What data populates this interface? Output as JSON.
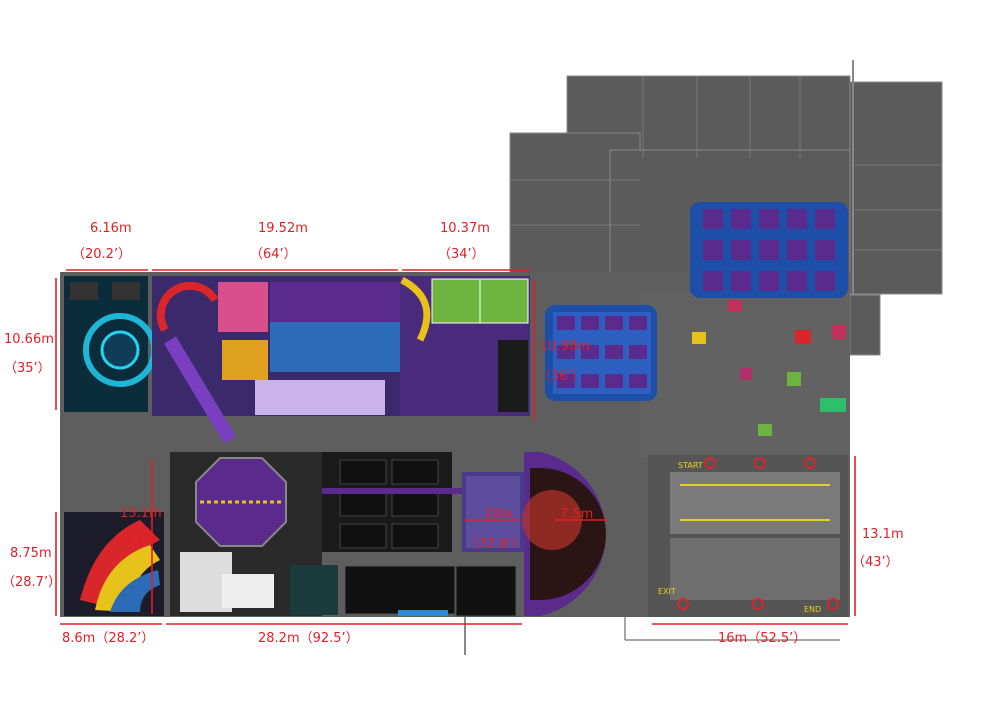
{
  "dimensions": {
    "top_left_width_m": "6.16m",
    "top_left_width_ft": "（20.2’）",
    "top_mid_width_m": "19.52m",
    "top_mid_width_ft": "（64’）",
    "top_right_width_m": "10.37m",
    "top_right_width_ft": "（34’）",
    "left_top_height_m": "10.66m",
    "left_top_height_ft": "（35’）",
    "mid_height_m": "10.98m",
    "mid_height_ft": "（36’）",
    "left_bottom_height_m": "8.75m",
    "left_bottom_height_ft": "（28.7’）",
    "trampoline_height_m": "13.1m",
    "trampoline_height_ft": "（43’）",
    "center_width_m": "10m",
    "center_width_ft": "（32.8’）",
    "arc_radius_m": "7.5m",
    "right_height_m": "13.1m",
    "right_height_ft": "（43’）",
    "bottom_left_width": "8.6m（28.2’）",
    "bottom_mid_width": "28.2m（92.5’）",
    "bottom_right_width": "16m（52.5’）"
  },
  "course_labels": {
    "start": "START",
    "end": "END",
    "exit": "EXIT"
  },
  "colors": {
    "dimension": "#e31e24",
    "floor": "#5e5e5e",
    "trampoline_blue": "#1d4fa8",
    "purple": "#5a2a8c",
    "yellow": "#e6d21a"
  }
}
